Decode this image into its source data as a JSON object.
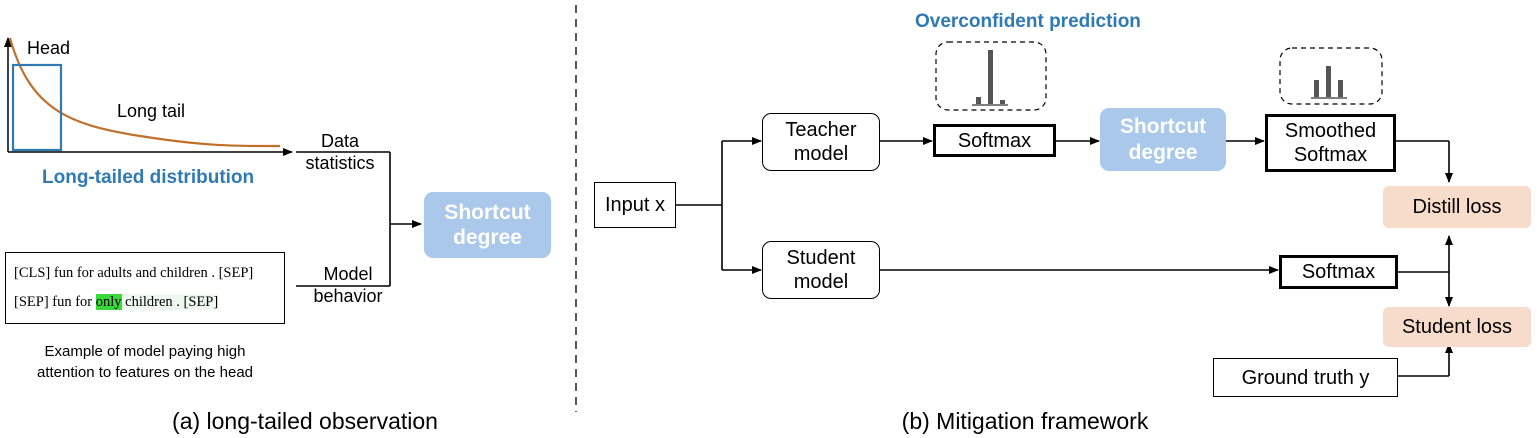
{
  "left_panel": {
    "head_label": "Head",
    "long_tail_label": "Long tail",
    "distribution_title": "Long-tailed distribution",
    "data_statistics": [
      "Data",
      "statistics"
    ],
    "model_behavior": [
      "Model",
      "behavior"
    ],
    "shortcut_degree": [
      "Shortcut",
      "degree"
    ],
    "example": {
      "line1": "[CLS] fun for adults and children . [SEP]",
      "line2_prefix": "[SEP] fun for ",
      "line2_highlight": "only",
      "line2_suffix": " children . [SEP]"
    },
    "example_caption": [
      "Example of model paying high",
      "attention to features on the head"
    ],
    "caption": "(a) long-tailed observation"
  },
  "right_panel": {
    "input": "Input x",
    "teacher": [
      "Teacher",
      "model"
    ],
    "student": [
      "Student",
      "model"
    ],
    "softmax_top": "Softmax",
    "overconfident_label": "Overconfident prediction",
    "shortcut_degree": [
      "Shortcut",
      "degree"
    ],
    "smoothed_softmax": [
      "Smoothed",
      "Softmax"
    ],
    "softmax_bottom": "Softmax",
    "distill_loss": "Distill loss",
    "student_loss": "Student loss",
    "ground_truth": "Ground truth y",
    "caption": "(b) Mitigation framework"
  },
  "colors": {
    "blue_text": "#2f79b5",
    "shortcut_fill": "#a9c8ea",
    "loss_fill": "#f8dccb",
    "curve": "#c0702a",
    "highlight": "#3bd83b",
    "bars": "#555555"
  },
  "icons": [
    "sharp-distribution-icon",
    "smoothed-distribution-icon"
  ]
}
